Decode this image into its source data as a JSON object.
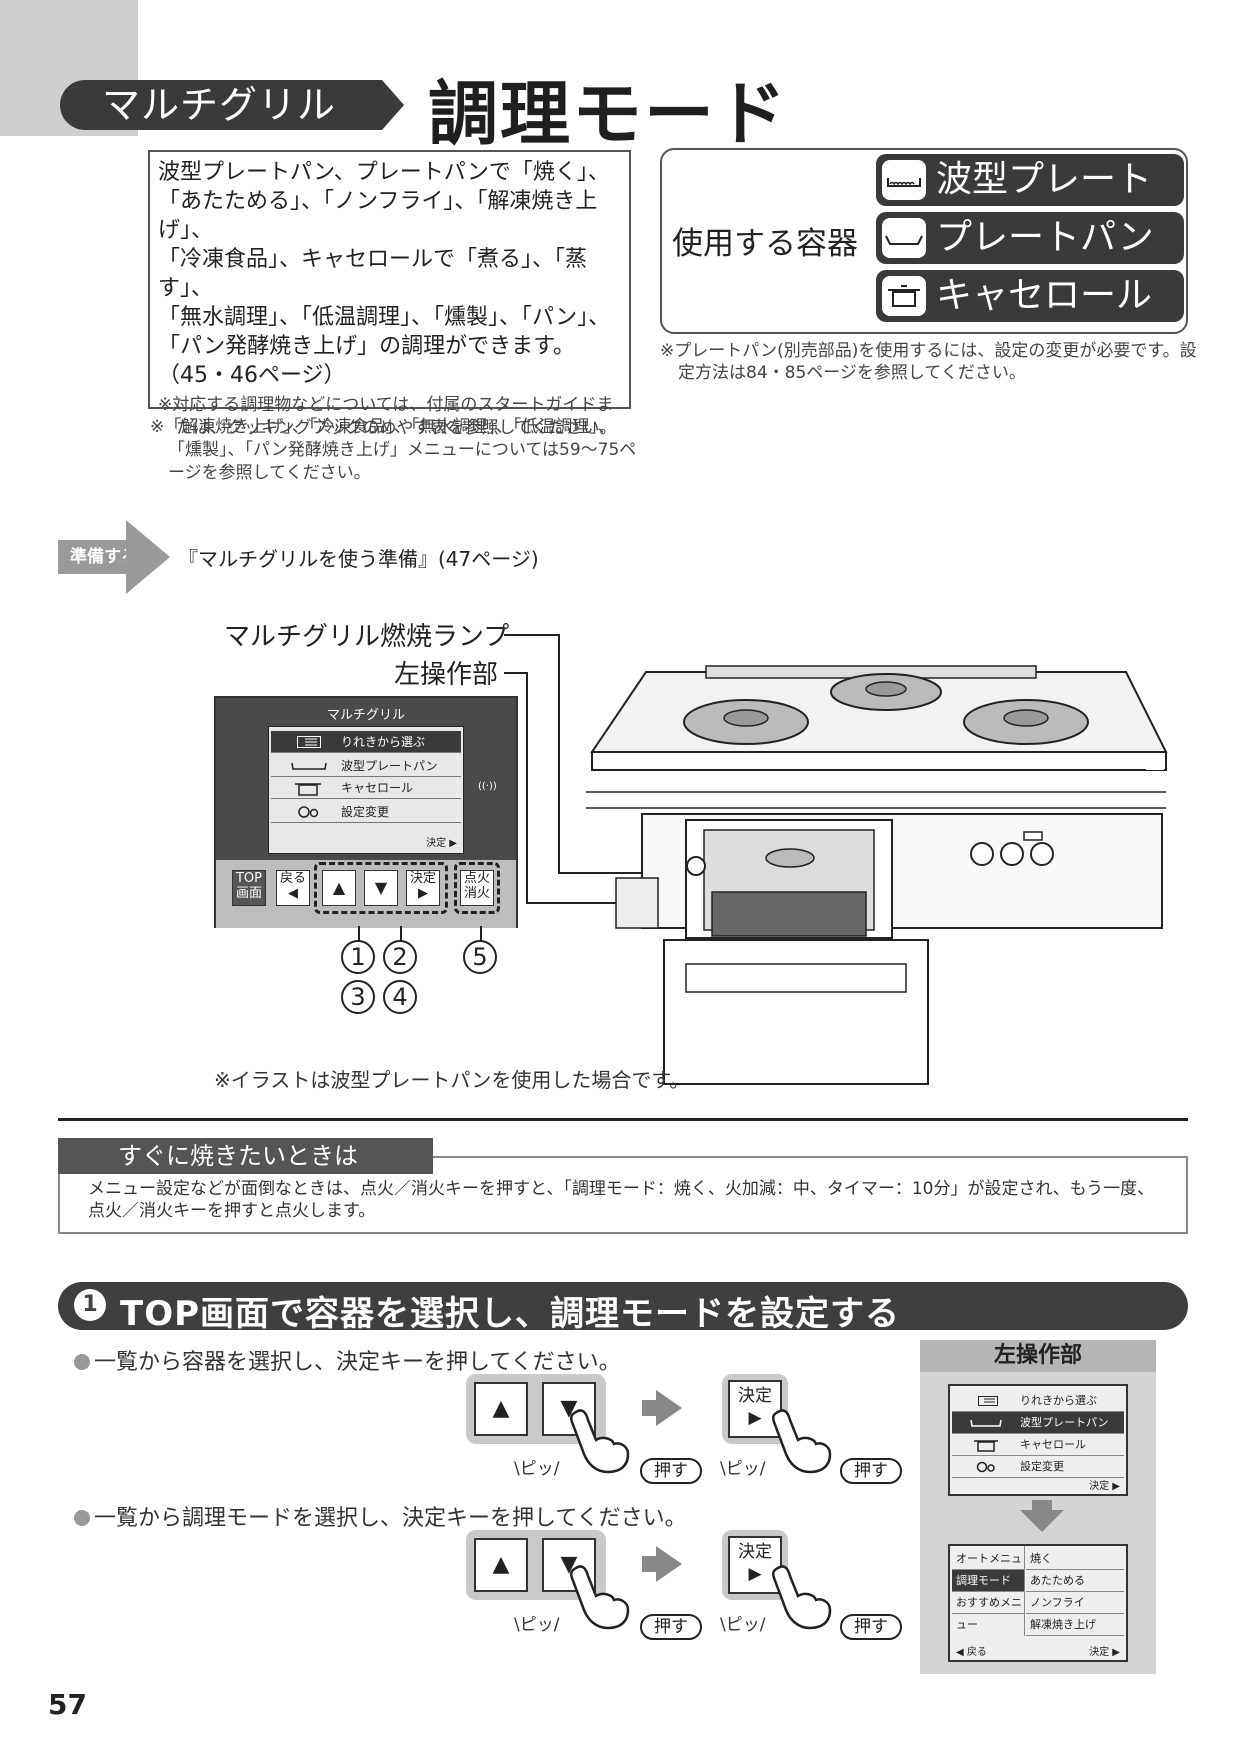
{
  "header": {
    "pill_label": "マルチグリル",
    "title": "調理モード"
  },
  "intro": {
    "lines": [
      "波型プレートパン、プレートパンで「焼く」、",
      "「あたためる」、「ノンフライ」、「解凍焼き上げ」、",
      "「冷凍食品」、キャセロールで「煮る」、「蒸す」、",
      "「無水調理」、「低温調理」、「燻製」、「パン」、",
      "「パン発酵焼き上げ」の調理ができます。",
      "（45・46ページ）"
    ],
    "note": "※対応する調理物などについては、付属のスタートガイドまたは、クッキングブックのめやす表を参照してください。",
    "under_note": "※「解凍焼き上げ」、「冷凍食品」、「無水調理」、「低温調理」、「燻製」、「パン発酵焼き上げ」メニューについては59〜75ページを参照してください。"
  },
  "containers": {
    "label": "使用する容器",
    "items": [
      "波型プレートパン",
      "プレートパン",
      "キャセロール"
    ],
    "note": "※プレートパン(別売部品)を使用するには、設定の変更が必要です。設定方法は84・85ページを参照してください。"
  },
  "prep": {
    "tag": "準備する",
    "text": "『マルチグリルを使う準備』(47ページ)"
  },
  "diagram": {
    "lamp_label": "マルチグリル燃焼ランプ",
    "left_panel_label": "左操作部",
    "panel_title": "マルチグリル",
    "menu": [
      "りれきから選ぶ",
      "波型プレートパン",
      "キャセロール",
      "設定変更"
    ],
    "menu_footer": "決定 ▶",
    "keys": {
      "top": "TOP\n画面",
      "back": "戻る\n◀",
      "up": "▲",
      "down": "▼",
      "ok": "決定\n▶",
      "fire": "点火\n消火"
    },
    "numbers": [
      "1",
      "2",
      "5",
      "3",
      "4"
    ],
    "note": "※イラストは波型プレートパンを使用した場合です。"
  },
  "tip": {
    "heading": "すぐに焼きたいときは",
    "body": "メニュー設定などが面倒なときは、点火／消火キーを押すと、「調理モード：焼く、火加減：中、タイマー：10分」が設定され、もう一度、点火／消火キーを押すと点火します。"
  },
  "step1": {
    "num": "1",
    "title": "TOP画面で容器を選択し、調理モードを設定する",
    "bullet1": "一覧から容器を選択し、決定キーを押してください。",
    "bullet2": "一覧から調理モードを選択し、決定キーを押してください。",
    "up": "▲",
    "down": "▼",
    "ok": "決定\n▶",
    "pip": "\\ピッ/",
    "push": "押す"
  },
  "side_panel": {
    "title": "左操作部",
    "menu": [
      "りれきから選ぶ",
      "波型プレートパン",
      "キャセロール",
      "設定変更"
    ],
    "menu_footer": "決定 ▶",
    "grid_left": [
      "オートメニュー",
      "調理モード",
      "おすすめメニュー"
    ],
    "grid_right": [
      "焼く",
      "あたためる",
      "ノンフライ",
      "解凍焼き上げ"
    ],
    "back": "◀ 戻る",
    "ok": "決定 ▶"
  },
  "page_number": "57"
}
